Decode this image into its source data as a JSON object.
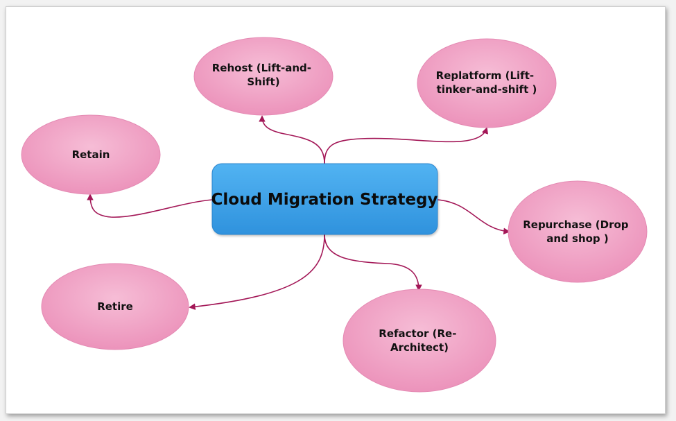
{
  "diagram": {
    "center": {
      "label": "Cloud Migration Strategy",
      "color": "#3ea0e8"
    },
    "node_color": "#f1a6c7",
    "connector_color": "#a31757",
    "nodes": {
      "rehost": {
        "line1": "Rehost (Lift-and-",
        "line2": "Shift)"
      },
      "replatform": {
        "line1": "Replatform (Lift-",
        "line2": "tinker-and-shift )"
      },
      "retain": {
        "line1": "Retain"
      },
      "repurchase": {
        "line1": "Repurchase (Drop",
        "line2": "and shop )"
      },
      "retire": {
        "line1": "Retire"
      },
      "refactor": {
        "line1": "Refactor (Re-",
        "line2": "Architect)"
      }
    }
  }
}
